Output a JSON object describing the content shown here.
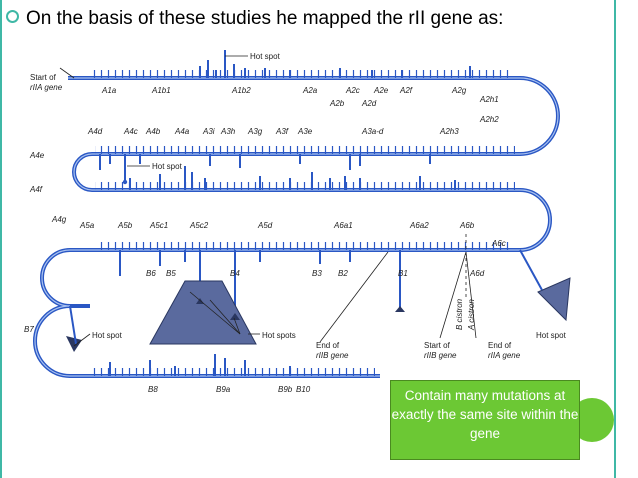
{
  "slide": {
    "title": "On the basis of these studies he mapped the rII gene as:",
    "callout": "Contain many mutations at exactly the same site within the gene",
    "accent_color": "#3fb8a6",
    "gene_line_color": "#2a57c4",
    "callout_color": "#6cc834"
  },
  "diagram": {
    "start_label_1": "Start of",
    "start_label_2": "rIIA gene",
    "hot_spot_top": "Hot spot",
    "hot_spot_mid": "Hot spot",
    "row1": [
      "A1a",
      "A1b1",
      "A1b2",
      "A2a",
      "A2c",
      "A2e",
      "A2f",
      "A2g"
    ],
    "row1_lower": [
      "A2b",
      "A2d",
      "A2h1",
      "A2h2"
    ],
    "row2": [
      "A4d",
      "A4c",
      "A4b",
      "A4a",
      "A3i",
      "A3h",
      "A3g",
      "A3f",
      "A3e",
      "A3a-d",
      "A2h3"
    ],
    "left_labels": [
      "A4e",
      "A4f",
      "A4g",
      "B7"
    ],
    "row3": [
      "A5a",
      "A5b",
      "A5c1",
      "A5c2",
      "A5d",
      "A6a1",
      "A6a2",
      "A6b"
    ],
    "a6c": "A6c",
    "row4": [
      "B6",
      "B5",
      "B4",
      "B3",
      "B2",
      "B1",
      "A6d"
    ],
    "row5": [
      "B8",
      "B9a",
      "B9b",
      "B10"
    ],
    "hot_spot_left": "Hot spot",
    "hot_spots": "Hot spots",
    "hot_spot_right": "Hot spot",
    "end_rIIB_1": "End of",
    "end_rIIB_2": "rIIB gene",
    "start_rIIB_1": "Start of",
    "start_rIIB_2": "rIIB gene",
    "end_rIIA_1": "End of",
    "end_rIIA_2": "rIIA gene",
    "b_cistron": "B cistron",
    "a_cistron": "A cistron"
  }
}
